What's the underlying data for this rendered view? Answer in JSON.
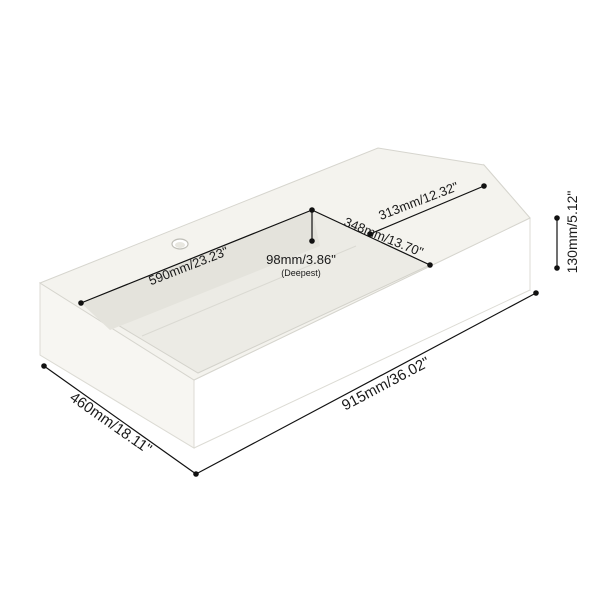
{
  "product": {
    "type": "wall-mounted rectangular washbasin",
    "colors": {
      "top_surface": "#f4f3ee",
      "front_face": "#ffffff",
      "side_face": "#f0efe9",
      "basin_floor": "#ecebe5",
      "basin_back_wall": "#e4e3dc",
      "outline": "#d6d5ce"
    }
  },
  "dimensions": {
    "length": "915mm/36.02\"",
    "width": "460mm/18.11\"",
    "height": "130mm/5.12\"",
    "basin_length": "590mm/23.23\"",
    "basin_width": "348mm/13.70\"",
    "basin_depth": "98mm/3.86\"",
    "basin_depth_note": "(Deepest)",
    "deck_width": "313mm/12.32\""
  },
  "line_color": "#111111"
}
